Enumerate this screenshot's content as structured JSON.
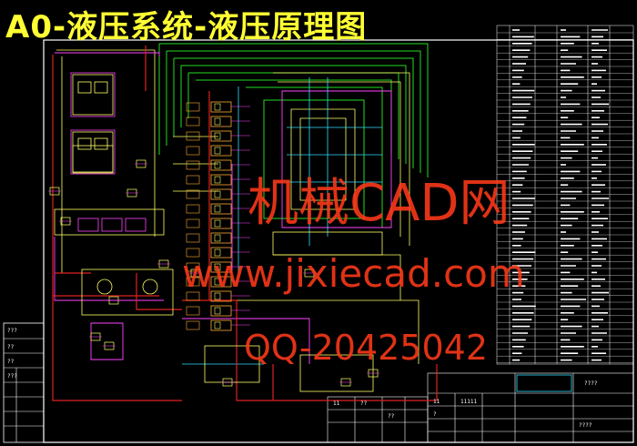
{
  "title": "A0-液压系统-液压原理图",
  "watermark": {
    "line1": "机械CAD网",
    "line2": "www.jixiecad.com",
    "line3": "QQ-20425042"
  },
  "colors": {
    "background": "#000000",
    "title": "#ffff33",
    "watermark": "#ff3a1a",
    "border": "#ffffff",
    "pipe_red": "#e02020",
    "pipe_green": "#22dd22",
    "pipe_yellow": "#ffff00",
    "pipe_magenta": "#ff44ff",
    "pipe_cyan": "#33ddff"
  },
  "title_block": {
    "cells": [
      "??",
      "?",
      "???",
      "11111",
      "11",
      "????",
      "????",
      "11",
      "??",
      "??"
    ]
  }
}
